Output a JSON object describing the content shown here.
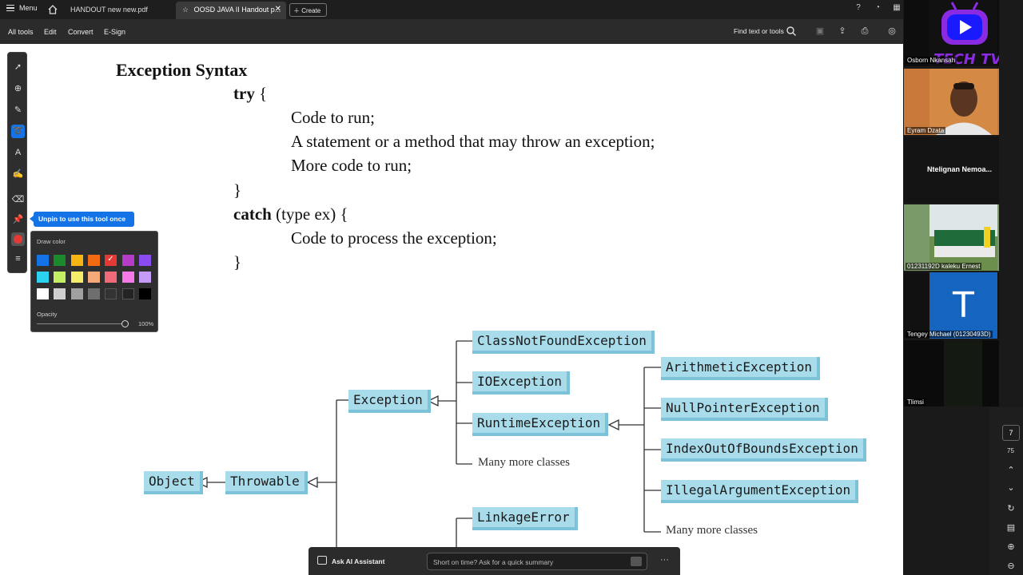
{
  "topbar": {
    "menu_label": "Menu",
    "tabs": [
      {
        "label": "HANDOUT new new.pdf"
      },
      {
        "label": "OOSD JAVA II Handout p..."
      }
    ],
    "create_label": "Create"
  },
  "toolbar": {
    "all_tools": "All tools",
    "edit": "Edit",
    "convert": "Convert",
    "esign": "E-Sign",
    "find": "Find text or tools"
  },
  "document": {
    "title": "Exception Syntax",
    "code_lines": {
      "try_kw": "try",
      "open_brace": "{",
      "line1": "Code to run;",
      "line2": "A statement or a method that may throw an exception;",
      "line3": "More code to run;",
      "close1": "}",
      "catch_kw": "catch",
      "catch_rest": "(type ex) {",
      "line4": "Code to process the exception;",
      "close2": "}"
    },
    "diagram": {
      "object": "Object",
      "throwable": "Throwable",
      "exception": "Exception",
      "class_not_found": "ClassNotFoundException",
      "io": "IOException",
      "runtime": "RuntimeException",
      "many1": "Many more classes",
      "arithmetic": "ArithmeticException",
      "null_pointer": "NullPointerException",
      "index": "IndexOutOfBoundsException",
      "illegal": "IllegalArgumentException",
      "many2": "Many more classes",
      "linkage": "LinkageError"
    }
  },
  "tooltip": "Unpin to use this tool once",
  "color_panel": {
    "title": "Draw color",
    "opacity_label": "Opacity",
    "opacity_value": "100%",
    "selected": "#e53935",
    "colors": [
      "#1473e6",
      "#1a8a2c",
      "#f5b512",
      "#f26b12",
      "#e53935",
      "#b43cc8",
      "#8a4cf0",
      "#2cd3f0",
      "#c3ef62",
      "#f5ec6a",
      "#f7a878",
      "#f06a7a",
      "#f57ae8",
      "#c69af7",
      "#ffffff",
      "#cfcfcf",
      "#a0a0a0",
      "#6e6e6e",
      "#333333",
      "#242424",
      "#000000"
    ]
  },
  "ai_assistant": {
    "label": "Ask AI Assistant",
    "placeholder": "Short on time? Ask for a quick summary"
  },
  "participants": [
    {
      "name": "Osborn Nkansah",
      "kind": "logo",
      "logo_text": "TECH TV"
    },
    {
      "name": "Eyram Dzata",
      "kind": "photo"
    },
    {
      "name": "Ntelignan  Nemoa...",
      "kind": "text"
    },
    {
      "name": "01231192D kaleku Ernest",
      "kind": "team"
    },
    {
      "name": "Tengey Michael  (01230493D)",
      "kind": "letter",
      "letter": "T"
    },
    {
      "name": "Tlimsi",
      "kind": "dark"
    }
  ],
  "page_nav": {
    "current": "7",
    "total": "75"
  }
}
